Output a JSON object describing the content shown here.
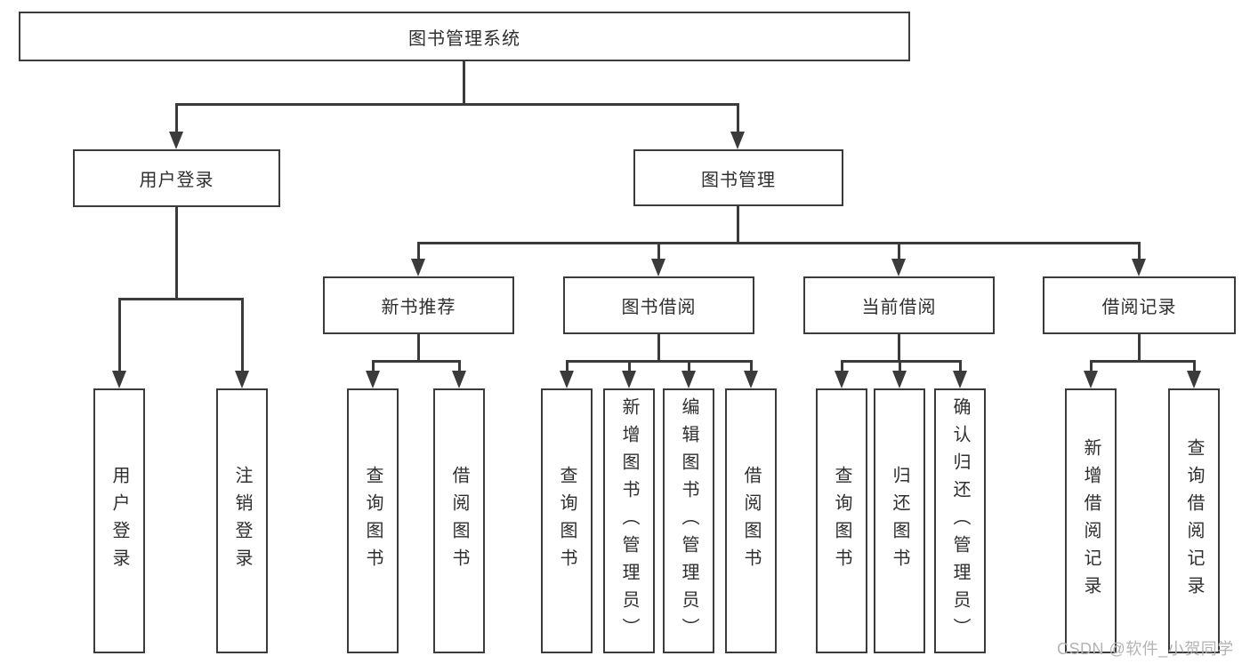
{
  "diagram": {
    "type": "hierarchy-tree",
    "root": {
      "label": "图书管理系统"
    },
    "user_login": {
      "label": "用户登录",
      "children": [
        {
          "label": "用户登录"
        },
        {
          "label": "注销登录"
        }
      ]
    },
    "book_management": {
      "label": "图书管理",
      "sections": [
        {
          "label": "新书推荐",
          "children": [
            {
              "label": "查询图书"
            },
            {
              "label": "借阅图书"
            }
          ]
        },
        {
          "label": "图书借阅",
          "children": [
            {
              "label": "查询图书"
            },
            {
              "label": "新增图书（管理员）"
            },
            {
              "label": "编辑图书（管理员）"
            },
            {
              "label": "借阅图书"
            }
          ]
        },
        {
          "label": "当前借阅",
          "children": [
            {
              "label": "查询图书"
            },
            {
              "label": "归还图书"
            },
            {
              "label": "确认归还（管理员）"
            }
          ]
        },
        {
          "label": "借阅记录",
          "children": [
            {
              "label": "新增借阅记录"
            },
            {
              "label": "查询借阅记录"
            }
          ]
        }
      ]
    }
  },
  "watermark": {
    "text": "CSDN @软件_小贺同学"
  },
  "colors": {
    "line": "#3b3b3b",
    "box_border": "#3b3b3b",
    "text": "#2f2f2f",
    "background": "#ffffff",
    "watermark": "#b3b3b3"
  }
}
